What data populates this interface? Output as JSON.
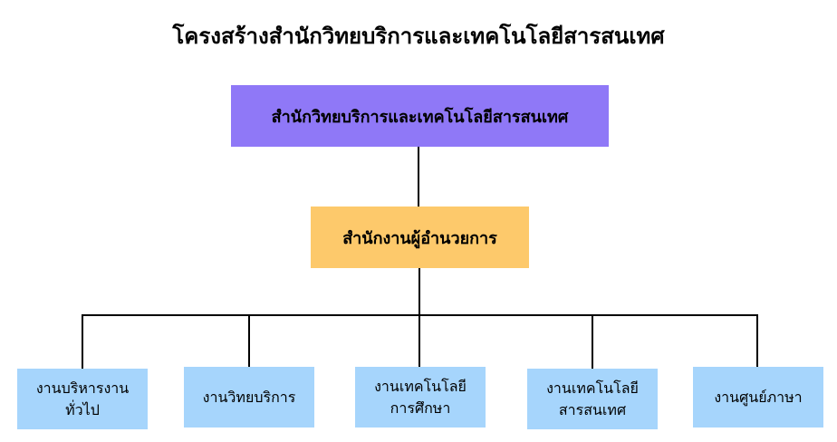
{
  "title": "โครงสร้างสำนักวิทยบริการและเทคโนโลยีสารสนเทศ",
  "root": {
    "label": "สำนักวิทยบริการและเทคโนโลยีสารสนเทศ",
    "color": "#8f78f7"
  },
  "office": {
    "label": "สำนักงานผู้อำนวยการ",
    "color": "#fdc96b"
  },
  "units": [
    {
      "line1": "งานบริหารงาน",
      "line2": "ทั่วไป"
    },
    {
      "line1": "งานวิทยบริการ",
      "line2": ""
    },
    {
      "line1": "งานเทคโนโลยี",
      "line2": "การศึกษา"
    },
    {
      "line1": "งานเทคโนโลยี",
      "line2": "สารสนเทศ"
    },
    {
      "line1": "งานศูนย์ภาษา",
      "line2": ""
    }
  ]
}
